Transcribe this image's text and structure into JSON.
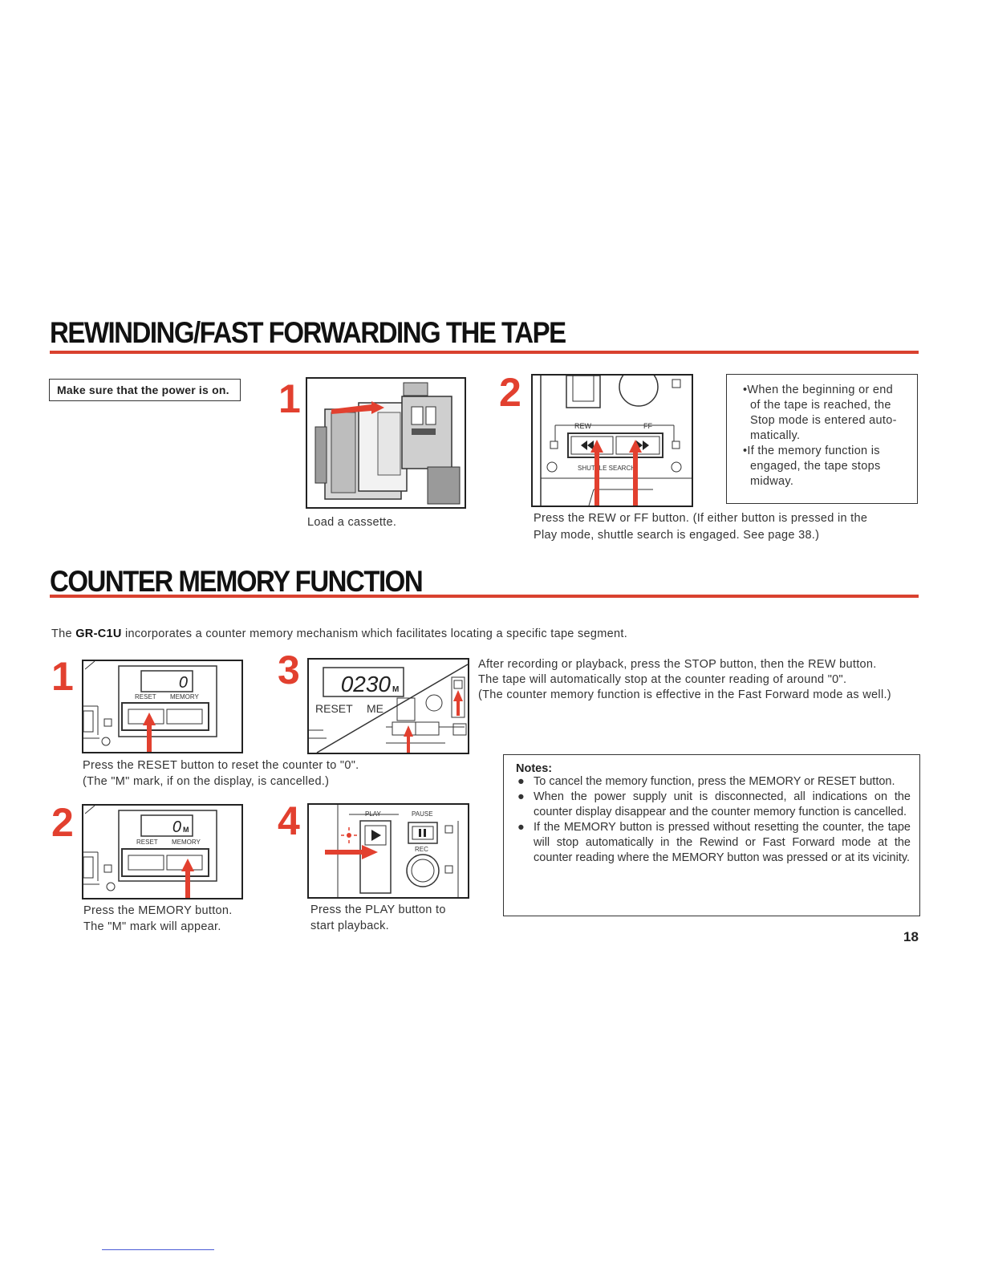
{
  "section1": {
    "title": "REWINDING/FAST FORWARDING THE TAPE",
    "precondition": "Make sure that the power is on.",
    "step1": {
      "number": "1",
      "caption": "Load a cassette."
    },
    "step2": {
      "number": "2",
      "caption_line1": "Press the REW or FF button. (If either button is pressed in the",
      "caption_line2": "Play mode, shuttle search is engaged. See page 38.)",
      "label_rew": "REW",
      "label_ff": "FF",
      "label_shuttle": "SHUTTLE SEARCH"
    },
    "note": {
      "line1": "•When the beginning or end",
      "line2": "of the tape is reached, the",
      "line3": "Stop mode is entered auto-",
      "line4": "matically.",
      "line5": "•If the memory function is",
      "line6": "engaged, the tape stops",
      "line7": "midway."
    }
  },
  "section2": {
    "title": "COUNTER MEMORY FUNCTION",
    "intro_pre": "The ",
    "intro_model": "GR-C1U",
    "intro_post": " incorporates a counter memory mechanism which facilitates locating a specific tape segment.",
    "step1": {
      "number": "1",
      "display": "0",
      "label_reset": "RESET",
      "label_memory": "MEMORY",
      "caption_line1": "Press the RESET button to reset the counter to \"0\".",
      "caption_line2": "(The \"M\" mark, if on the display, is cancelled.)"
    },
    "step2": {
      "number": "2",
      "display": "0",
      "display_mark": "M",
      "label_reset": "RESET",
      "label_memory": "MEMORY",
      "caption_line1": "Press the MEMORY button.",
      "caption_line2": "The \"M\" mark will appear."
    },
    "step3": {
      "number": "3",
      "display": "0230",
      "display_mark": "M",
      "label_reset": "RESET",
      "label_memory_partial": "ME",
      "caption_line1": "After recording or playback, press the STOP button, then the REW button.",
      "caption_line2": "The tape will automatically stop at the counter reading of around \"0\".",
      "caption_line3": "(The counter memory function is effective in the Fast Forward mode as well.)"
    },
    "step4": {
      "number": "4",
      "label_play": "PLAY",
      "label_pause": "PAUSE",
      "label_rec": "REC",
      "caption_line1": "Press the PLAY button to",
      "caption_line2": "start playback."
    },
    "notes": {
      "heading": "Notes:",
      "items": [
        "To cancel the memory function, press the MEMORY or RESET button.",
        "When the power supply unit is disconnected, all indications on the counter display disappear and the counter memory function is cancelled.",
        "If the MEMORY button is pressed without resetting the counter, the tape will stop automatically in the Rewind or Fast Forward mode at the counter reading where the MEMORY button was pressed or at its vicinity."
      ]
    }
  },
  "page_number": "18",
  "colors": {
    "accent": "#d9412f",
    "arrow": "#e2402f",
    "text": "#222222"
  }
}
